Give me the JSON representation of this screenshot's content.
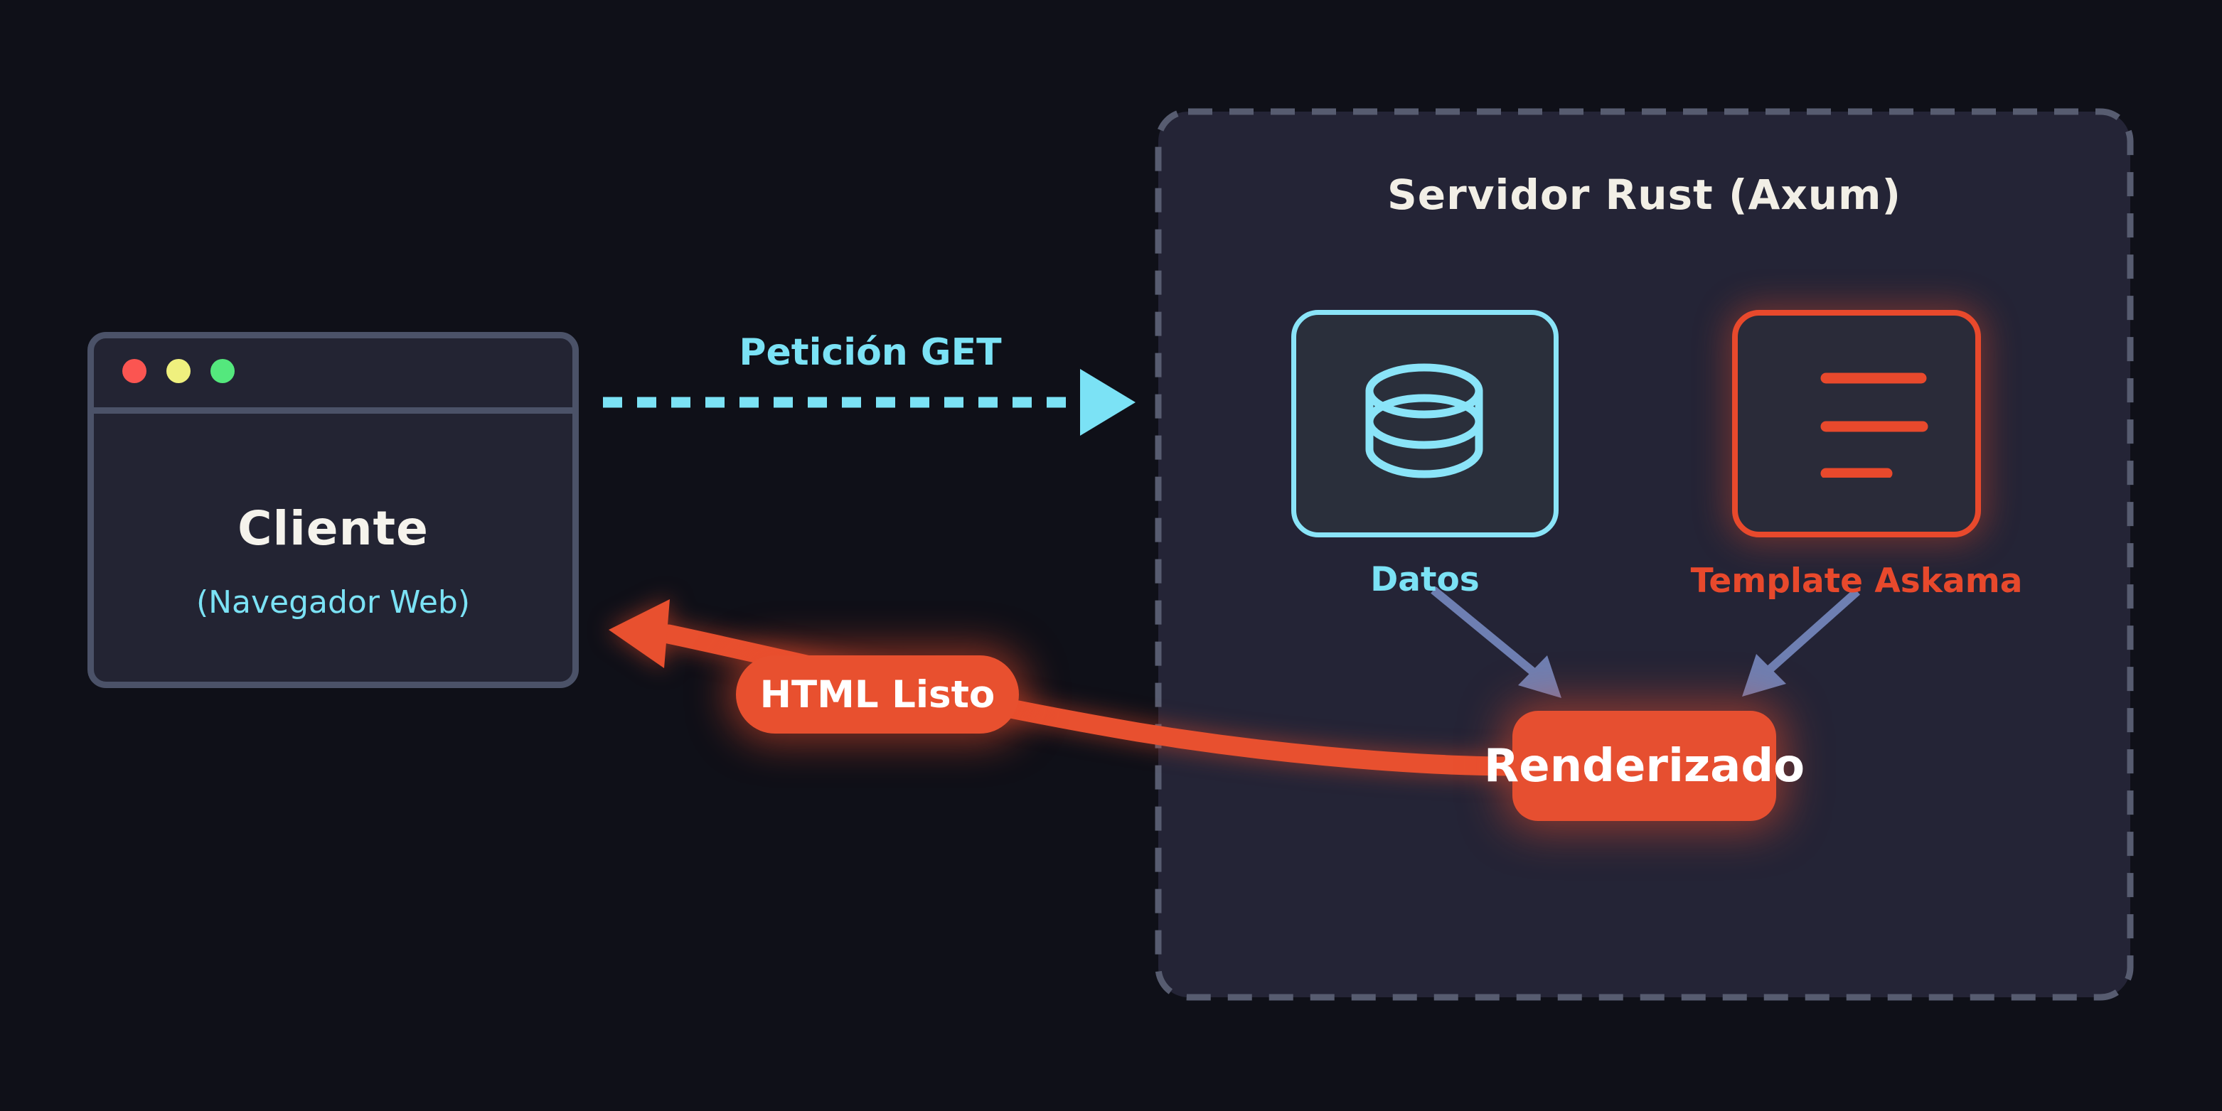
{
  "diagram": {
    "client": {
      "title": "Cliente",
      "subtitle": "(Navegador Web)"
    },
    "request_label": "Petición GET",
    "server": {
      "title": "Servidor Rust (Axum)",
      "datos_label": "Datos",
      "template_label": "Template Askama",
      "render_label": "Renderizado"
    },
    "response_label": "HTML Listo"
  },
  "icons": {
    "window_buttons": [
      "red-dot",
      "yellow-dot",
      "green-dot"
    ],
    "datos": "database-icon",
    "template": "text-lines-icon"
  },
  "colors": {
    "background": "#0f1018",
    "cyan": "#7be2f5",
    "orange": "#e8502f",
    "slate_arrow": "#6e7fb2",
    "server_panel_fill": "#242436",
    "server_panel_border": "#575c70",
    "window_border": "#4b5268",
    "window_fill": "#232433",
    "dot_red": "#fb5551",
    "dot_yellow": "#eff07e",
    "dot_green": "#54e87d"
  }
}
